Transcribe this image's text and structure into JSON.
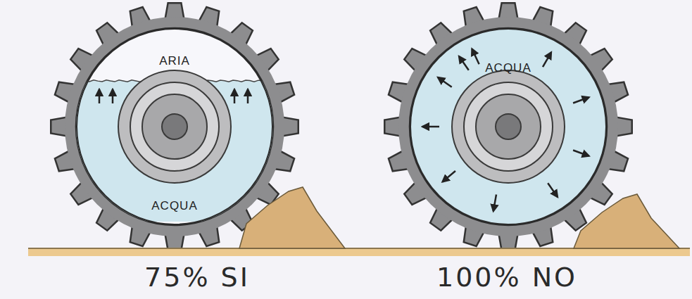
{
  "diagram": {
    "nodes": [
      {
        "text": [
          "ARIA",
          "ACQUA"
        ]
      },
      {
        "text": [
          "ACQUA"
        ]
      }
    ],
    "labels": [
      "75% SI",
      "100% NO"
    ]
  }
}
